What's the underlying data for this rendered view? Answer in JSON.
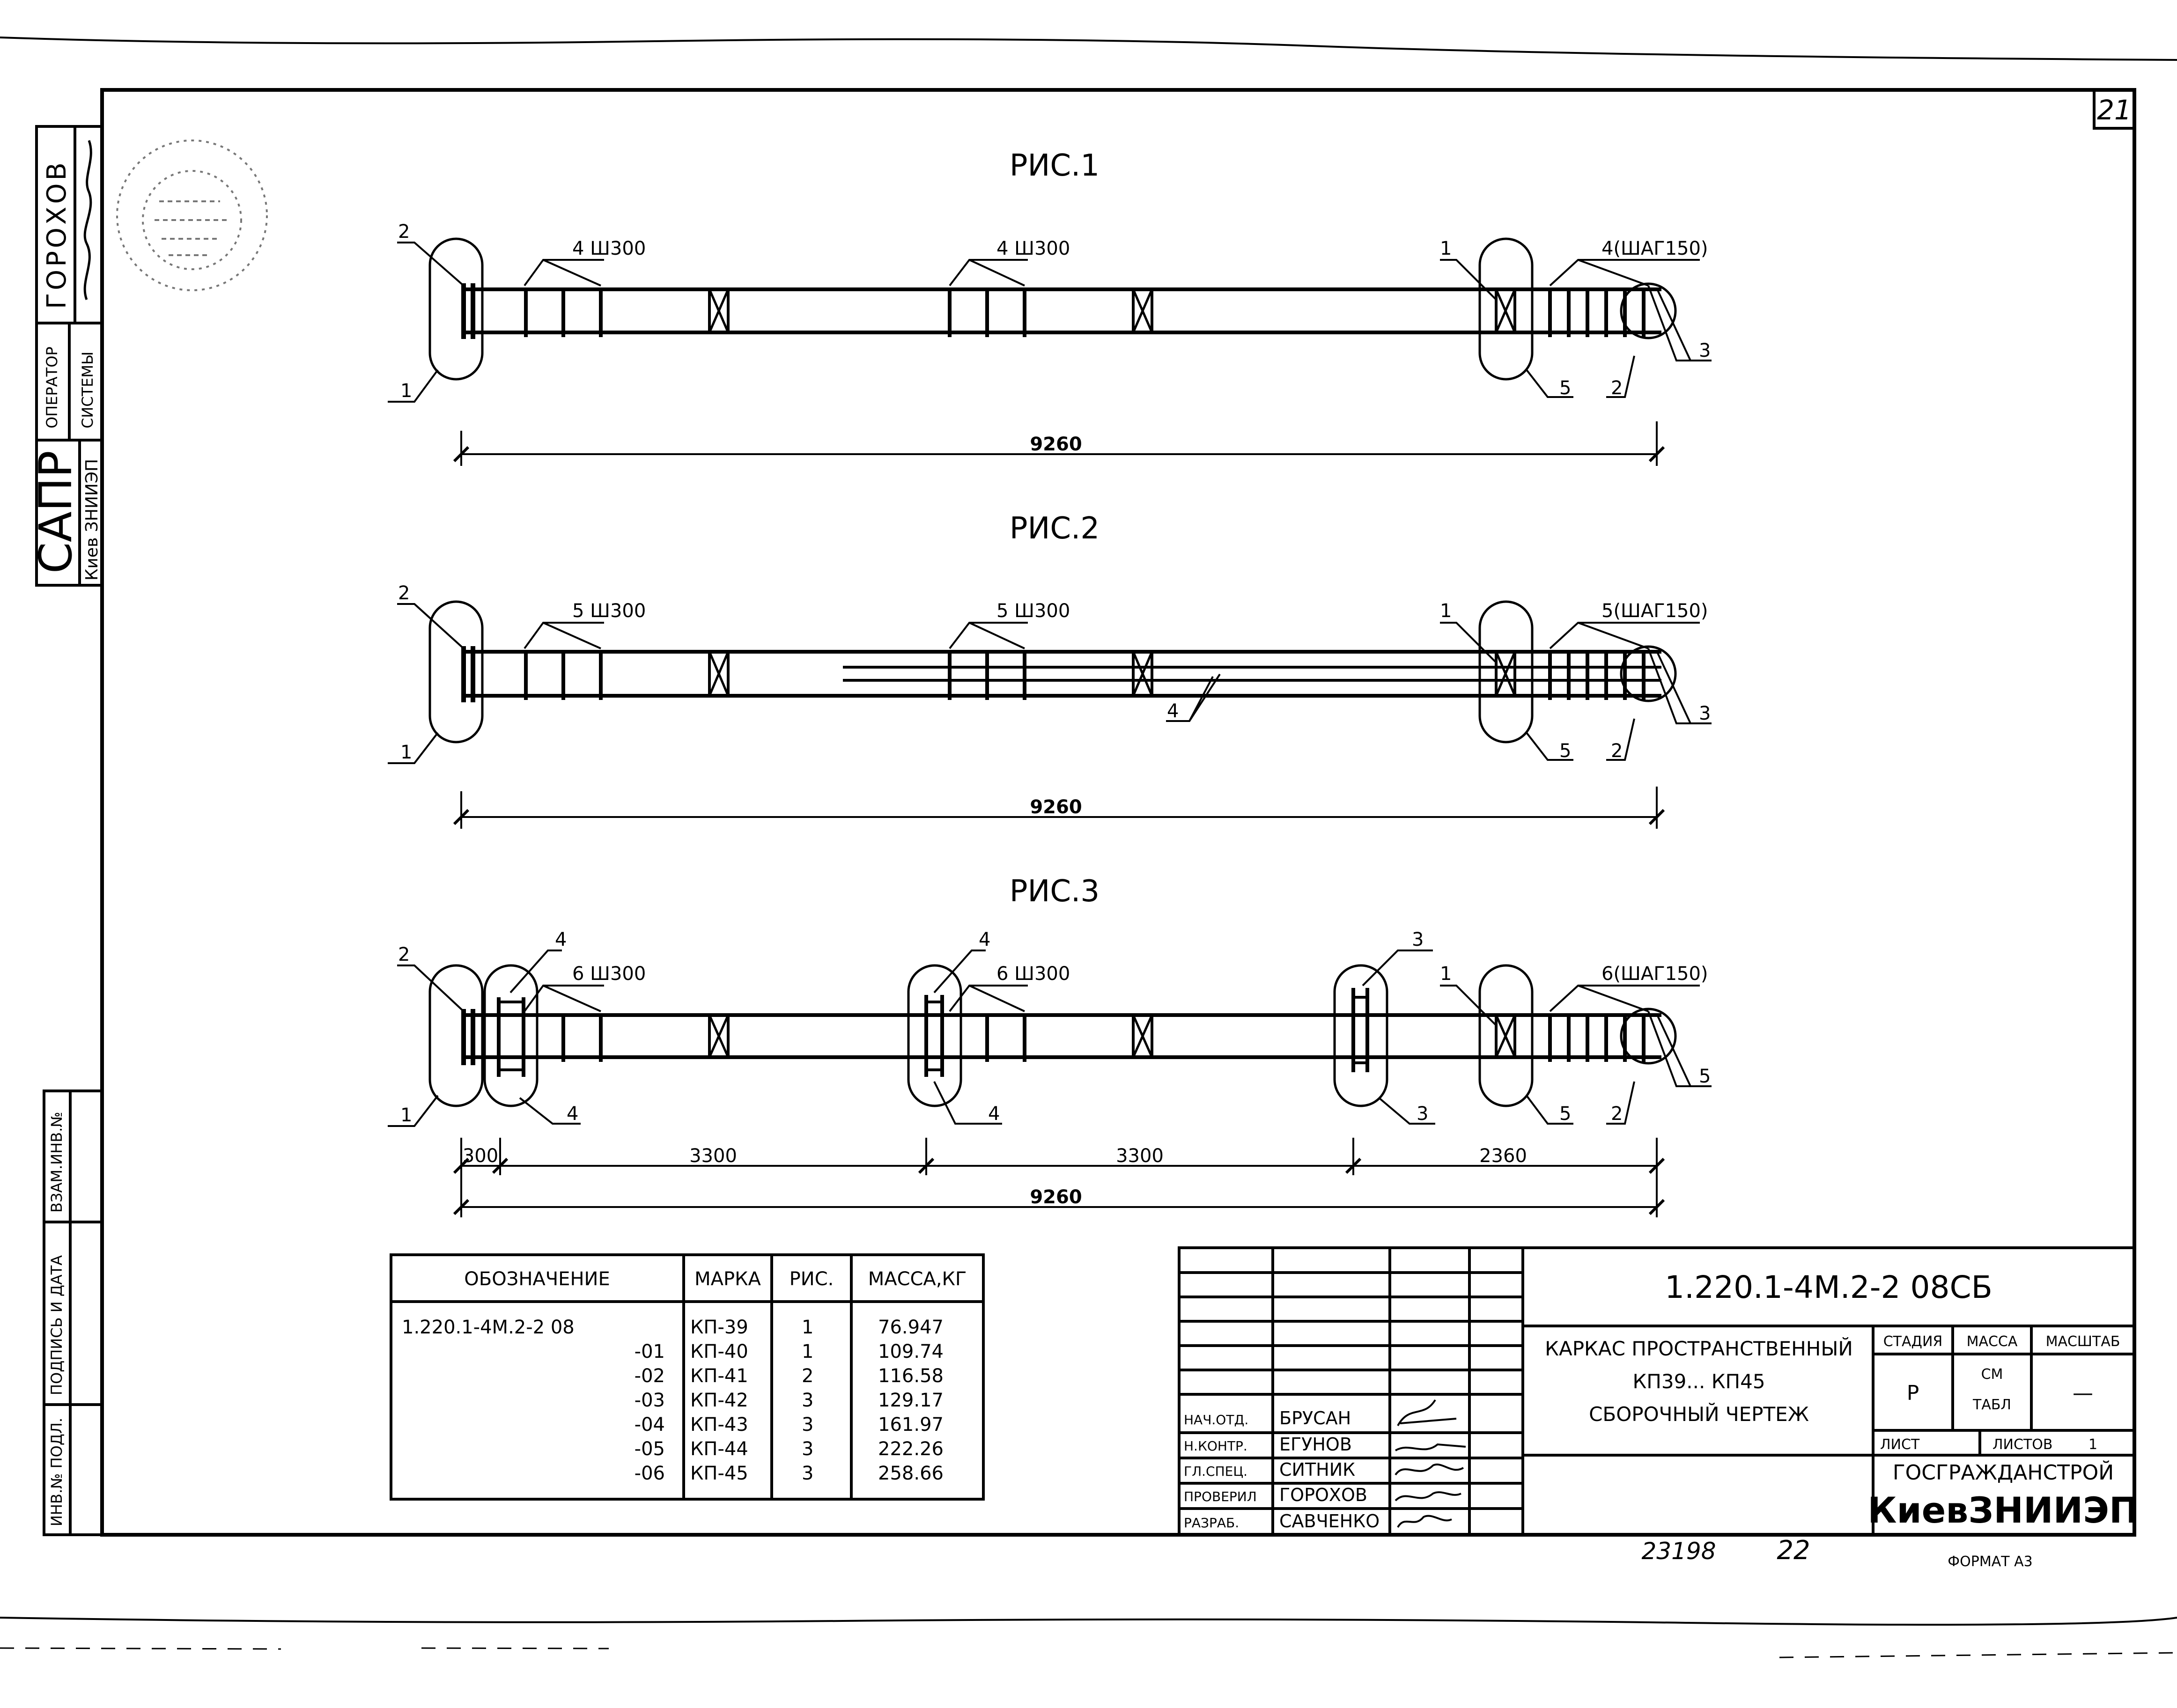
{
  "sheet": {
    "page_number": "21",
    "bottom_numbers": [
      "23198",
      "22"
    ],
    "format": "ФОРМАТ А3"
  },
  "side_stamp": {
    "name": "ГОРОХОВ",
    "role_line1": "ОПЕРАТОР",
    "role_line2": "СИСТЕМЫ",
    "sapr": "САПР",
    "org": "Киев ЗНИИЭП",
    "left_fields": [
      "ВЗАМ.ИНВ.№",
      "ПОДПИСЬ И ДАТА",
      "ИНВ.№ ПОДЛ."
    ]
  },
  "figures": [
    {
      "title": "РИС.1",
      "labels": {
        "left_top": "2",
        "left_bottom": "1",
        "group1": "4 Ш300",
        "group2": "4 Ш300",
        "right_pos": "1",
        "right_group": "4(ШАГ150)",
        "circle_pos": "3",
        "ellipse_bottom": "5",
        "bottom_right": "2"
      },
      "dimension": "9260"
    },
    {
      "title": "РИС.2",
      "labels": {
        "left_top": "2",
        "left_bottom": "1",
        "group1": "5 Ш300",
        "group2": "5 Ш300",
        "right_pos": "1",
        "right_group": "5(ШАГ150)",
        "circle_pos": "3",
        "ellipse_bottom": "5",
        "bottom_right": "2",
        "middle_bars": "4"
      },
      "dimension": "9260"
    },
    {
      "title": "РИС.3",
      "labels": {
        "left_top": "2",
        "left_bottom": "1",
        "group1": "6 Ш300",
        "group2": "6 Ш300",
        "right_pos": "1",
        "right_group": "6(ШАГ150)",
        "circle_pos": "5",
        "ellipse_bottom": "5",
        "bottom_right": "2",
        "el1_top": "4",
        "el1_bottom": "4",
        "el2_top": "4",
        "el2_bottom": "4",
        "el3_top": "3",
        "el3_bottom": "3"
      },
      "segments": [
        "300",
        "3300",
        "3300",
        "2360"
      ],
      "dimension": "9260"
    }
  ],
  "spec_table": {
    "headers": [
      "ОБОЗНАЧЕНИЕ",
      "МАРКА",
      "РИС.",
      "МАССА,КГ"
    ],
    "rows": [
      [
        "1.220.1-4М.2-2 08",
        "КП-39",
        "1",
        "76.947"
      ],
      [
        "-01",
        "КП-40",
        "1",
        "109.74"
      ],
      [
        "-02",
        "КП-41",
        "2",
        "116.58"
      ],
      [
        "-03",
        "КП-42",
        "3",
        "129.17"
      ],
      [
        "-04",
        "КП-43",
        "3",
        "161.97"
      ],
      [
        "-05",
        "КП-44",
        "3",
        "222.26"
      ],
      [
        "-06",
        "КП-45",
        "3",
        "258.66"
      ]
    ]
  },
  "title_block": {
    "doc_code": "1.220.1-4М.2-2 08СБ",
    "title_line1": "КАРКАС ПРОСТРАНСТВЕННЫЙ",
    "title_line2": "КП39... КП45",
    "title_line3": "СБОРОЧНЫЙ ЧЕРТЕЖ",
    "stage_header": "СТАДИЯ",
    "mass_header": "МАССА",
    "scale_header": "МАСШТАБ",
    "stage_value": "Р",
    "mass_value1": "СМ",
    "mass_value2": "ТАБЛ",
    "scale_value": "—",
    "sheet_label": "ЛИСТ",
    "sheets_label": "ЛИСТОВ",
    "sheets_value": "1",
    "org1": "ГОСГРАЖДАНСТРОЙ",
    "org2": "КиевЗНИИЭП",
    "signatures": [
      {
        "role": "НАЧ.ОТД.",
        "name": "БРУСАН"
      },
      {
        "role": "Н.КОНТР.",
        "name": "ЕГУНОВ"
      },
      {
        "role": "ГЛ.СПЕЦ.",
        "name": "СИТНИК"
      },
      {
        "role": "ПРОВЕРИЛ",
        "name": "ГОРОХОВ"
      },
      {
        "role": "РАЗРАБ.",
        "name": "САВЧЕНКО"
      }
    ]
  }
}
